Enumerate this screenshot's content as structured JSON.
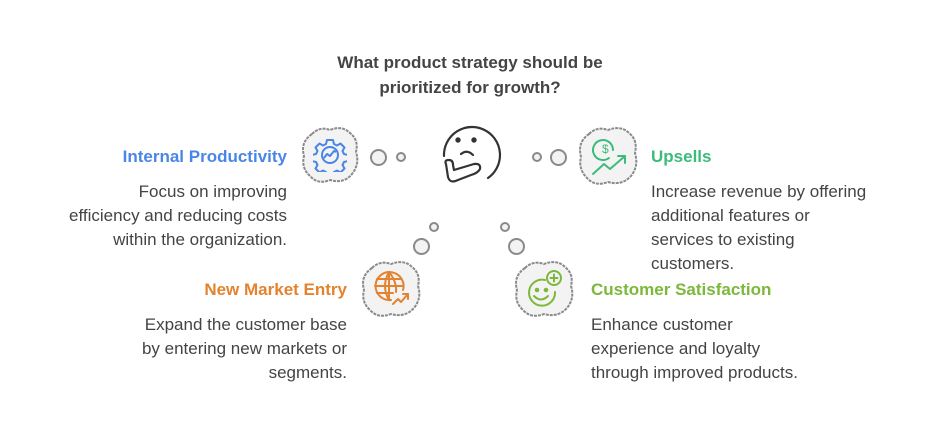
{
  "question": {
    "line1": "What product strategy should be",
    "line2": "prioritized for growth?"
  },
  "center_icon": "thinking-face-icon",
  "strategies": [
    {
      "id": "internal-productivity",
      "title": "Internal Productivity",
      "color": "#4a86e8",
      "icon": "gear-chart-icon",
      "desc": [
        "Focus on improving",
        "efficiency and reducing costs",
        "within the organization."
      ]
    },
    {
      "id": "upsells",
      "title": "Upsells",
      "color": "#3dbb7a",
      "icon": "dollar-growth-icon",
      "desc": [
        "Increase revenue by offering",
        "additional features or",
        "services to existing",
        "customers."
      ]
    },
    {
      "id": "new-market-entry",
      "title": "New Market Entry",
      "color": "#e4832f",
      "icon": "globe-growth-icon",
      "desc": [
        "Expand the customer base",
        "by entering new markets or",
        "segments."
      ]
    },
    {
      "id": "customer-satisfaction",
      "title": "Customer Satisfaction",
      "color": "#7cb83a",
      "icon": "smile-plus-icon",
      "desc": [
        "Enhance customer",
        "experience and loyalty",
        "through improved products."
      ]
    }
  ]
}
